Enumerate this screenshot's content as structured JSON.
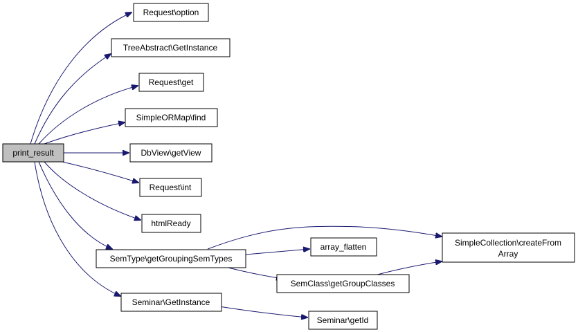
{
  "nodes": {
    "print_result": {
      "lines": [
        "print_result"
      ]
    },
    "request_option": {
      "lines": [
        "Request\\option"
      ]
    },
    "tree_getinstance": {
      "lines": [
        "TreeAbstract\\GetInstance"
      ]
    },
    "request_get": {
      "lines": [
        "Request\\get"
      ]
    },
    "sorm_find": {
      "lines": [
        "SimpleORMap\\find"
      ]
    },
    "dbview_getview": {
      "lines": [
        "DbView\\getView"
      ]
    },
    "request_int": {
      "lines": [
        "Request\\int"
      ]
    },
    "htmlready": {
      "lines": [
        "htmlReady"
      ]
    },
    "semtype_grouping": {
      "lines": [
        "SemType\\getGroupingSemTypes"
      ]
    },
    "seminar_getinstance": {
      "lines": [
        "Seminar\\GetInstance"
      ]
    },
    "array_flatten": {
      "lines": [
        "array_flatten"
      ]
    },
    "semclass_groupclasses": {
      "lines": [
        "SemClass\\getGroupClasses"
      ]
    },
    "simplecollection_create": {
      "lines": [
        "SimpleCollection\\createFrom",
        "Array"
      ]
    },
    "seminar_getid": {
      "lines": [
        "Seminar\\getId"
      ]
    }
  },
  "colors": {
    "edge": "#191970",
    "root_fill": "#bfbfbf",
    "node_fill": "#ffffff",
    "node_border": "#000000"
  }
}
